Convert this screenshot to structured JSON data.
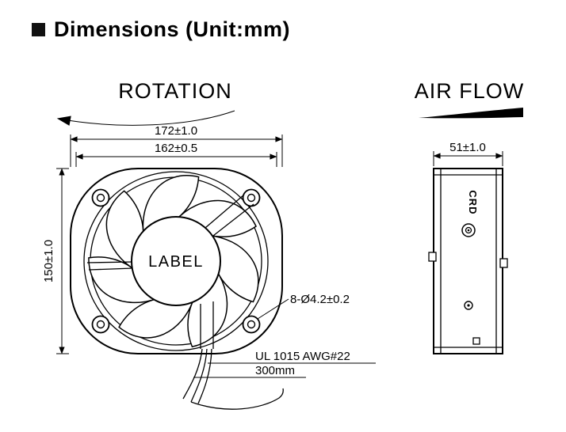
{
  "title": {
    "text": "Dimensions (Unit:mm)"
  },
  "labels": {
    "rotation": "ROTATION",
    "airflow": "AIR FLOW"
  },
  "front_view": {
    "dim_outer_width": "172±1.0",
    "dim_inner_width": "162±0.5",
    "dim_height": "150±1.0",
    "hub_label": "LABEL",
    "holes_callout": "8-Ø4.2±0.2",
    "wire_note_line1": "UL 1015 AWG#22",
    "wire_note_line2": "300mm"
  },
  "side_view": {
    "dim_depth": "51±1.0",
    "marking": "CRD"
  },
  "colors": {
    "line": "#000000",
    "background": "#ffffff"
  }
}
